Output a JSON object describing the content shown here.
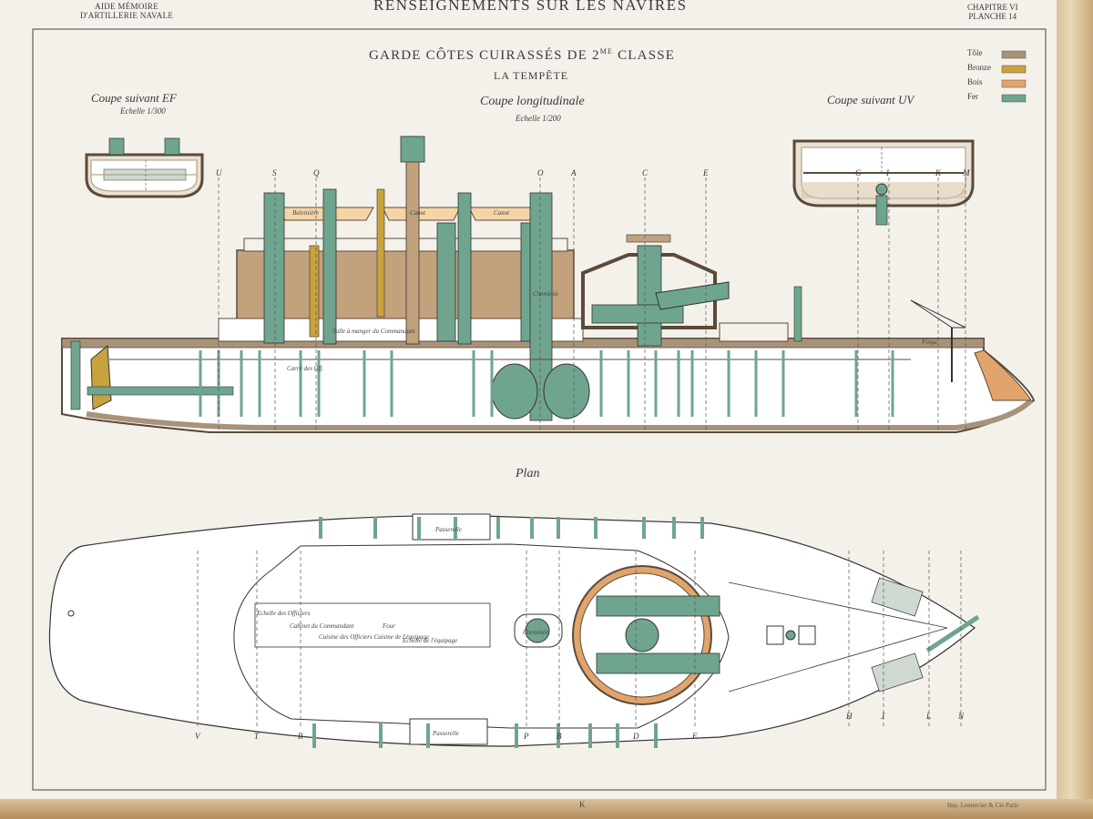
{
  "header": {
    "left_line1": "AIDE MÉMOIRE",
    "left_line2": "D'ARTILLERIE NAVALE",
    "center": "RENSEIGNEMENTS SUR LES NAVIRES",
    "right_line1": "CHAPITRE VI",
    "right_line2": "PLANCHE 14"
  },
  "title": {
    "line1_a": "GARDE CÔTES CUIRASSÉS DE 2",
    "line1_sup": "ME",
    "line1_b": " CLASSE",
    "line2": "LA TEMPÊTE"
  },
  "sections": {
    "ef_title": "Coupe suivant EF",
    "ef_scale": "Echelle 1/300",
    "long_title": "Coupe longitudinale",
    "long_scale": "Echelle 1/200",
    "uv_title": "Coupe suivant UV",
    "plan_title": "Plan"
  },
  "legend": [
    {
      "label": "Tôle",
      "color": "#a8937a"
    },
    {
      "label": "Bronze",
      "color": "#c8a23c"
    },
    {
      "label": "Bois",
      "color": "#e0a46c"
    },
    {
      "label": "Fer",
      "color": "#6fa58f"
    }
  ],
  "long_labels": {
    "baleiniere": "Baleinière",
    "canot1": "Canot",
    "canot2": "Canot",
    "cheminee": "Cheminée",
    "salle": "Salle à manger du Commandant",
    "carre": "Carré des Off.",
    "forge": "Forge"
  },
  "plan_labels": {
    "passerelle_top": "Passerelle",
    "passerelle_bottom": "Passerelle",
    "echelle_off": "Echelle des Officiers",
    "cabinet": "Cabinet du Commandant",
    "cuisine": "Cuisine des Officiers Cuisine de l'équipage",
    "four": "Four",
    "echelle_eq": "Echelle de l'équipage",
    "cheminee": "Cheminée"
  },
  "section_letters": {
    "long_top": [
      "U",
      "S",
      "Q",
      "O",
      "A",
      "C",
      "E",
      "G",
      "I",
      "K",
      "M"
    ],
    "plan_bottom": [
      "V",
      "T",
      "R",
      "P",
      "B",
      "D",
      "F",
      "H",
      "J",
      "L",
      "N"
    ]
  },
  "footer": {
    "page_mark": "K",
    "stamp": "Imp. Lemercier & Cie Paris"
  },
  "colors": {
    "iron": "#6fa58f",
    "wood": "#e0a46c",
    "bronze": "#c8a23c",
    "sheet": "#a8937a",
    "paper": "#f3f1ea"
  }
}
